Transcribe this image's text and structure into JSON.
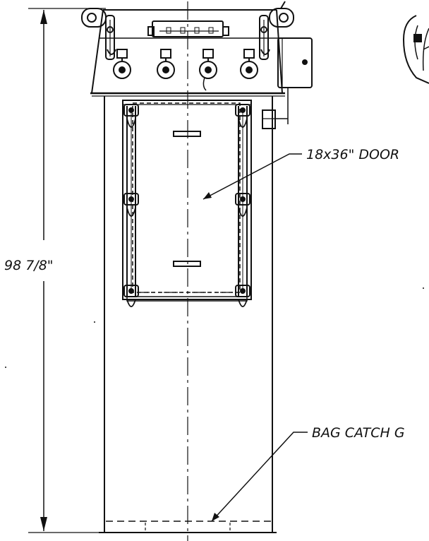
{
  "drawing": {
    "height_dimension": "98 7/8\"",
    "door_label": "18x36\" DOOR",
    "bag_catch_label": "BAG CATCH G",
    "line_color": "#111111",
    "background": "#ffffff"
  }
}
